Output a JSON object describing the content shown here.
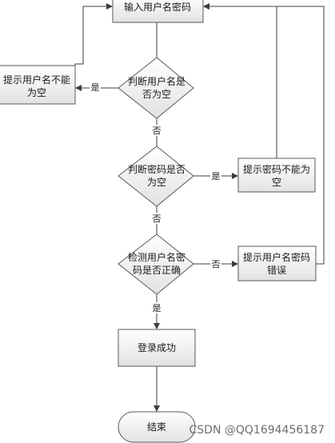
{
  "diagram": {
    "nodes": {
      "input": {
        "label": "输入用户名密码"
      },
      "check_user": {
        "label": [
          "判断用户名是",
          "否为空"
        ]
      },
      "prompt_user": {
        "label": [
          "提示用户名不能",
          "为空"
        ]
      },
      "check_pwd": {
        "label": [
          "判断密码是否",
          "为空"
        ]
      },
      "prompt_pwd": {
        "label": [
          "提示密码不能为",
          "空"
        ]
      },
      "verify": {
        "label": [
          "检测用户名密",
          "码是否正确"
        ]
      },
      "prompt_wrong": {
        "label": [
          "提示用户名密码",
          "错误"
        ]
      },
      "success": {
        "label": "登录成功"
      },
      "end": {
        "label": "结束"
      }
    },
    "edges": {
      "user_yes": "是",
      "user_no": "否",
      "pwd_yes": "是",
      "pwd_no": "否",
      "verify_no": "否",
      "verify_yes": "是"
    }
  },
  "watermark": "CSDN @QQ1694456187"
}
